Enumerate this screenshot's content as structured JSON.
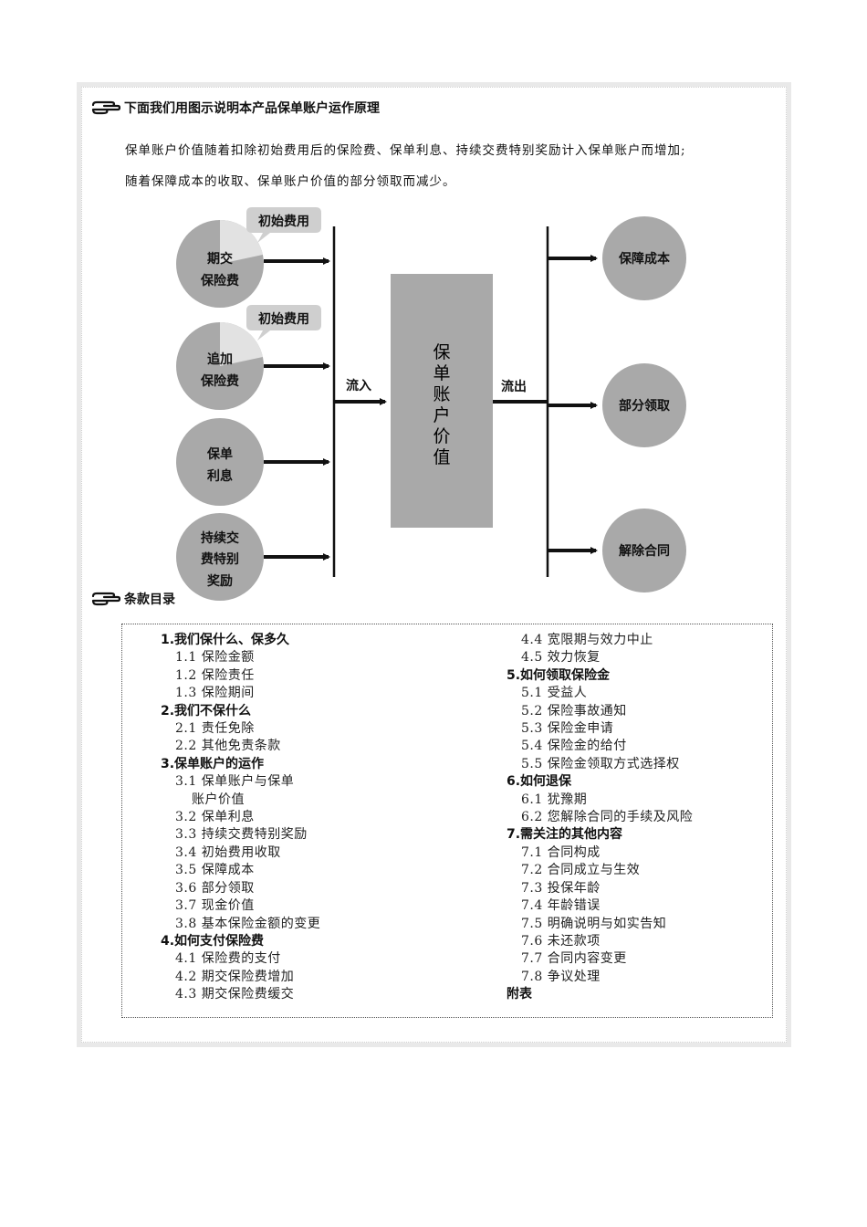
{
  "heading1": "下面我们用图示说明本产品保单账户运作原理",
  "intro": [
    "保单账户价值随着扣除初始费用后的保险费、保单利息、持续交费特别奖励计入保单账户而增加;",
    "随着保障成本的收取、保单账户价值的部分领取而减少。"
  ],
  "diagram": {
    "inputs": [
      {
        "lines": [
          "期交",
          "保险费"
        ],
        "bubble": "初始费用"
      },
      {
        "lines": [
          "追加",
          "保险费"
        ],
        "bubble": "初始费用"
      },
      {
        "lines": [
          "保单",
          "利息"
        ]
      },
      {
        "lines": [
          "持续交",
          "费特别",
          "奖励"
        ]
      }
    ],
    "inflow_label": "流入",
    "account_label": [
      "保",
      "单",
      "账",
      "户",
      "价",
      "值"
    ],
    "outflow_label": "流出",
    "outputs": [
      "保障成本",
      "部分领取",
      "解除合同"
    ]
  },
  "heading2": "条款目录",
  "toc": {
    "left": [
      {
        "kind": "sec",
        "text": "1.我们保什么、保多久"
      },
      {
        "kind": "item",
        "text": "1.1 保险金额"
      },
      {
        "kind": "item",
        "text": "1.2 保险责任"
      },
      {
        "kind": "item",
        "text": "1.3 保险期间"
      },
      {
        "kind": "sec",
        "text": "2.我们不保什么"
      },
      {
        "kind": "item",
        "text": "2.1 责任免除"
      },
      {
        "kind": "item",
        "text": "2.2 其他免责条款"
      },
      {
        "kind": "sec",
        "text": "3.保单账户的运作"
      },
      {
        "kind": "item",
        "text": "3.1 保单账户与保单"
      },
      {
        "kind": "cont",
        "text": "账户价值"
      },
      {
        "kind": "item",
        "text": "3.2 保单利息"
      },
      {
        "kind": "item",
        "text": "3.3 持续交费特别奖励"
      },
      {
        "kind": "item",
        "text": "3.4 初始费用收取"
      },
      {
        "kind": "item",
        "text": "3.5 保障成本"
      },
      {
        "kind": "item",
        "text": "3.6 部分领取"
      },
      {
        "kind": "item",
        "text": "3.7 现金价值"
      },
      {
        "kind": "item",
        "text": "3.8 基本保险金额的变更"
      },
      {
        "kind": "sec",
        "text": "4.如何支付保险费"
      },
      {
        "kind": "item",
        "text": "4.1 保险费的支付"
      },
      {
        "kind": "item",
        "text": "4.2 期交保险费增加"
      },
      {
        "kind": "item",
        "text": "4.3 期交保险费缓交"
      }
    ],
    "right": [
      {
        "kind": "item",
        "text": "4.4 宽限期与效力中止"
      },
      {
        "kind": "item",
        "text": "4.5 效力恢复"
      },
      {
        "kind": "sec",
        "text": "5.如何领取保险金"
      },
      {
        "kind": "item",
        "text": "5.1 受益人"
      },
      {
        "kind": "item",
        "text": "5.2 保险事故通知"
      },
      {
        "kind": "item",
        "text": "5.3 保险金申请"
      },
      {
        "kind": "item",
        "text": "5.4 保险金的给付"
      },
      {
        "kind": "item",
        "text": "5.5 保险金领取方式选择权"
      },
      {
        "kind": "sec",
        "text": "6.如何退保"
      },
      {
        "kind": "item",
        "text": "6.1 犹豫期"
      },
      {
        "kind": "item",
        "text": "6.2 您解除合同的手续及风险"
      },
      {
        "kind": "sec",
        "text": "7.需关注的其他内容"
      },
      {
        "kind": "item",
        "text": "7.1 合同构成"
      },
      {
        "kind": "item",
        "text": "7.2 合同成立与生效"
      },
      {
        "kind": "item",
        "text": "7.3 投保年龄"
      },
      {
        "kind": "item",
        "text": "7.4 年龄错误"
      },
      {
        "kind": "item",
        "text": "7.5 明确说明与如实告知"
      },
      {
        "kind": "item",
        "text": "7.6 未还款项"
      },
      {
        "kind": "item",
        "text": "7.7 合同内容变更"
      },
      {
        "kind": "item",
        "text": "7.8 争议处理"
      },
      {
        "kind": "sec",
        "text": "附表"
      }
    ]
  }
}
